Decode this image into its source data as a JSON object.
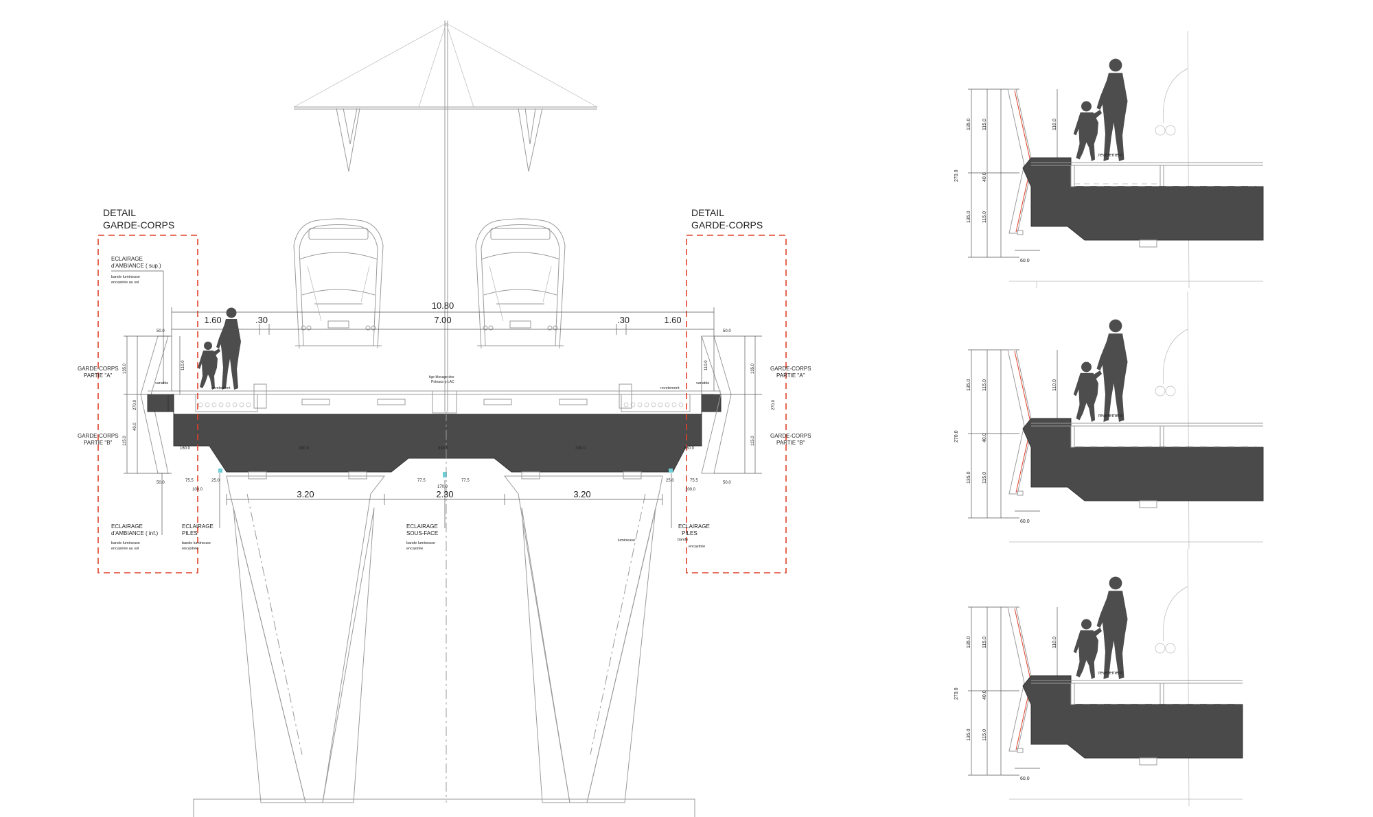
{
  "main_section": {
    "detail_left": {
      "line1": "DETAIL",
      "line2": "GARDE-CORPS"
    },
    "detail_right": {
      "line1": "DETAIL",
      "line2": "GARDE-CORPS"
    },
    "dims_top": {
      "total": "10.80",
      "left_walk": "1.60",
      "left_gap": ".30",
      "track": "7.00",
      "right_gap": ".30",
      "right_walk": "1.60"
    },
    "dims_bottom": {
      "pier_left": "3.20",
      "pier_gap": "2.30",
      "pier_right": "3.20"
    },
    "small_dims": {
      "d50": "50.0",
      "d110": "110.0",
      "d135": "135.0",
      "d40": "40.0",
      "d270": "270.0",
      "d115": "115.0",
      "d75": "75.5",
      "d25": "25.0",
      "d100": "100.0",
      "d77": "77.5",
      "d170": "170.0",
      "d330": "330.0",
      "d160": "160.0"
    },
    "garde_a_left": {
      "line1": "GARDE-CORPS",
      "line2": "PARTIE \"A\""
    },
    "garde_b_left": {
      "line1": "GARDE-CORPS",
      "line2": "PARTIE \"B\""
    },
    "garde_a_right": {
      "line1": "GARDE-CORPS",
      "line2": "PARTIE \"A\""
    },
    "garde_b_right": {
      "line1": "GARDE-CORPS",
      "line2": "PARTIE \"B\""
    },
    "eclairage_sup": {
      "line1": "ECLAIRAGE",
      "line2": "d'AMBIANCE ( sup.)",
      "note1": "bande lumineuse",
      "note2": "encastrée au sol"
    },
    "eclairage_inf": {
      "line1": "ECLAIRAGE",
      "line2": "d'AMBIANCE ( inf.)",
      "note1": "bande lumineuse",
      "note2": "encastrée au sol"
    },
    "eclairage_piles_left": {
      "line1": "ECLAIRAGE",
      "line2": "PILES",
      "note1": "bande lumineuse",
      "note2": "encastrée"
    },
    "eclairage_sous_face": {
      "line1": "ECLAIRAGE",
      "line2": "SOUS-FACE",
      "note1": "bande lumineuse",
      "note2": "encastrée"
    },
    "eclairage_piles_right": {
      "line1": "ECLAIRAGE",
      "line2": "PILES",
      "note1": "bande",
      "note2": "encastrée"
    },
    "revetement": "revetement",
    "variable": "variable",
    "tige_label": {
      "line1": "tige blocage des",
      "line2": "Poteaux p LAC"
    },
    "lumineuse": "lumineuse"
  },
  "details": [
    {
      "revetement": "revetement",
      "d135a": "135.0",
      "d115a": "115.0",
      "d110": "110.0",
      "d40": "40.0",
      "d270": "270.0",
      "d135b": "135.0",
      "d115b": "115.0",
      "d60": "60.0"
    },
    {
      "revetement": "revetement",
      "d135a": "135.0",
      "d115a": "115.0",
      "d110": "110.0",
      "d40": "40.0",
      "d270": "270.0",
      "d135b": "135.0",
      "d115b": "115.0",
      "d60": "60.0"
    },
    {
      "revetement": "revetement",
      "d135a": "135.0",
      "d115a": "115.0",
      "d110": "110.0",
      "d40": "40.0",
      "d270": "270.0",
      "d135b": "135.0",
      "d115b": "115.0",
      "d60": "60.0"
    }
  ],
  "colors": {
    "slab": "#4a4a4a",
    "red_dash": "#e0402a",
    "silhouette": "#4d4d4d"
  }
}
